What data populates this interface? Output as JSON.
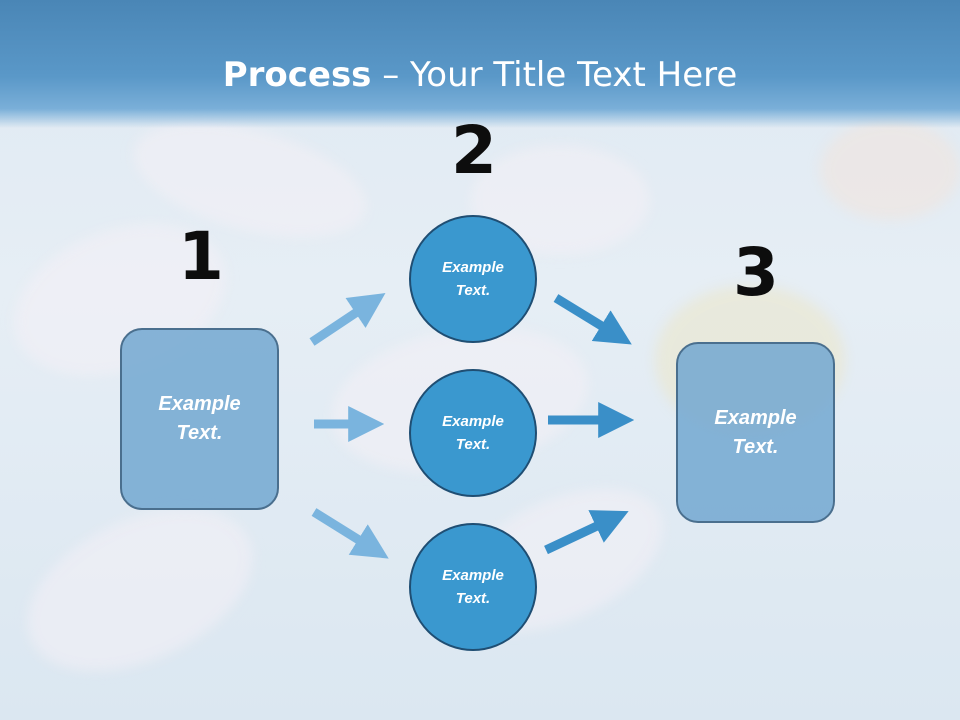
{
  "title": {
    "bold": "Process",
    "rest": " – Your Title Text Here"
  },
  "steps": {
    "one": "1",
    "two": "2",
    "three": "3"
  },
  "left_box": {
    "line1": "Example",
    "line2": "Text."
  },
  "circles": [
    {
      "line1": "Example",
      "line2": "Text."
    },
    {
      "line1": "Example",
      "line2": "Text."
    },
    {
      "line1": "Example",
      "line2": "Text."
    }
  ],
  "right_box": {
    "line1": "Example",
    "line2": "Text."
  },
  "colors": {
    "header": "#4a86b6",
    "circle": "#3a98cf",
    "box": "#6ea5d0",
    "arrow_light": "#7ab4de",
    "arrow_dark": "#3a8fc8"
  }
}
